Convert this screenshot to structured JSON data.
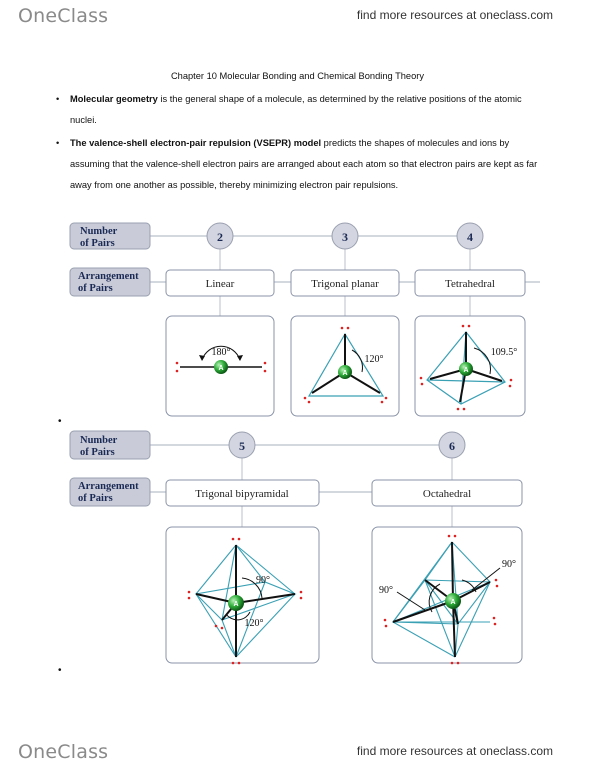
{
  "header": {
    "logo": "OneClass",
    "tagline": "find more resources at oneclass.com"
  },
  "doc": {
    "title": "Chapter 10  Molecular Bonding and Chemical Bonding Theory",
    "bullet1_bold": "Molecular geometry",
    "bullet1_rest": " is the general shape of a molecule, as determined by the relative positions of the atomic nuclei.",
    "bullet2_bold": "The valence-shell electron-pair repulsion (VSEPR) model",
    "bullet2_rest": " predicts the shapes of molecules and ions by assuming that the valence-shell electron pairs are arranged about each atom so that electron pairs are kept as far away from one another as possible, thereby minimizing electron pair repulsions.",
    "bullet_glyph": "•"
  },
  "figure1": {
    "row1_label_a": "Number",
    "row1_label_b": "of Pairs",
    "row2_label_a": "Arrangement",
    "row2_label_b": "of Pairs",
    "counts": [
      "2",
      "3",
      "4"
    ],
    "arrangements": [
      "Linear",
      "Trigonal planar",
      "Tetrahedral"
    ],
    "angles": [
      "180°",
      "120°",
      "109.5°"
    ],
    "atom": "A"
  },
  "figure2": {
    "row1_label_a": "Number",
    "row1_label_b": "of Pairs",
    "row2_label_a": "Arrangement",
    "row2_label_b": "of Pairs",
    "counts": [
      "5",
      "6"
    ],
    "arrangements": [
      "Trigonal bipyramidal",
      "Octahedral"
    ],
    "angles_tbp": [
      "90°",
      "120°"
    ],
    "angles_oct": [
      "90°",
      "90°"
    ],
    "atom": "A"
  },
  "footer": {
    "logo": "OneClass",
    "tagline": "find more resources at oneclass.com"
  }
}
